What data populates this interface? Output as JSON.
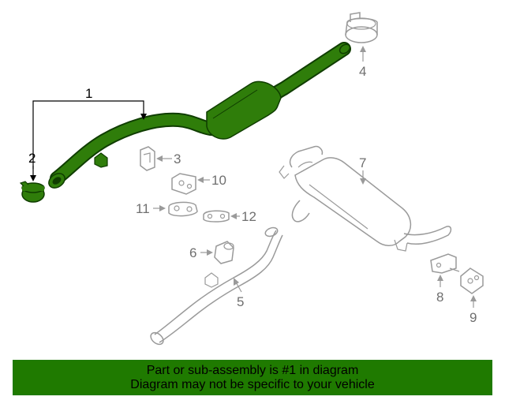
{
  "colors": {
    "highlight": "#2f7d0a",
    "highlight_dark": "#0f3d00",
    "outline": "#9a9a9a",
    "callout_grey": "#6f6f6f",
    "banner_bg": "#1f7a00"
  },
  "callouts": {
    "c1": "1",
    "c2": "2",
    "c3": "3",
    "c4": "4",
    "c5": "5",
    "c6": "6",
    "c7": "7",
    "c8": "8",
    "c9": "9",
    "c10": "10",
    "c11": "11",
    "c12": "12"
  },
  "banner": {
    "line1": "Part or sub-assembly is #1 in diagram",
    "line2": "Diagram may not be specific to your vehicle"
  }
}
